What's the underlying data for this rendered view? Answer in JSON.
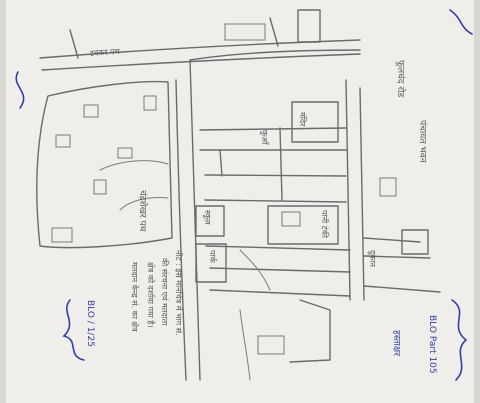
{
  "map": {
    "road_labels": {
      "east_road": "फूलचंद रोड",
      "north_road": "टक्कर पथ",
      "middle_street": "चंद्रशेखर पथ"
    },
    "landmarks": {
      "park": "पार्क",
      "temple": "मंदिर",
      "school": "स्कूल",
      "well": "कुआँ",
      "tank": "पानी टंकी",
      "shop": "दुकान",
      "panchayat": "पंचायत भवन"
    },
    "notes": {
      "line1": "नोट : इस मानचित्र में भाग सं.",
      "line2": "की संरचना एवं मतदाता",
      "line3": "क्षेत्र को दर्शाया गया है।",
      "line4": "मतदान केन्द्र सं. का क्षेत्र"
    },
    "signatures": {
      "left_sign": "BLO / 1/25",
      "right_sign": "BLO Part 105",
      "right_sign2": "हस्ताक्षर"
    }
  }
}
